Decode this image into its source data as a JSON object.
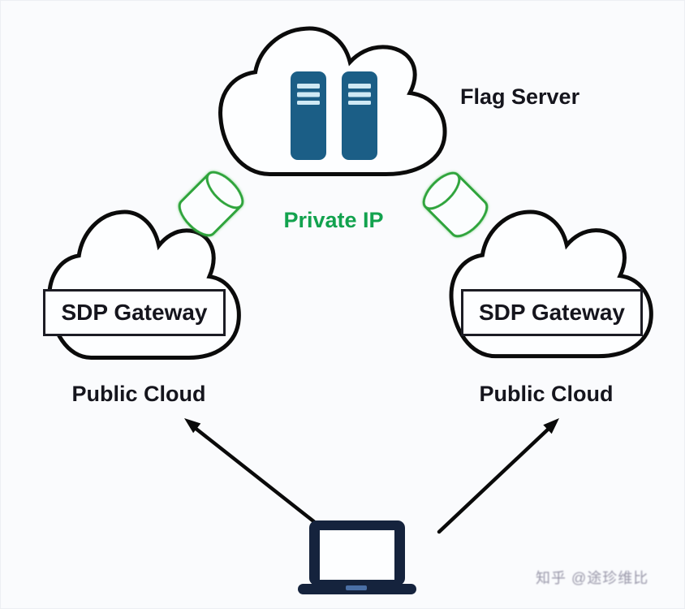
{
  "background": "#fafbfd",
  "labels": {
    "flag_server": "Flag Server",
    "private_ip": "Private IP",
    "sdp_gateway_left": "SDP Gateway",
    "sdp_gateway_right": "SDP Gateway",
    "public_cloud_left": "Public Cloud",
    "public_cloud_right": "Public Cloud"
  },
  "watermark": {
    "text": "知乎 @途珍维比",
    "color": "#87859a"
  },
  "colors": {
    "cloud_outline": "#0b0b0b",
    "cloud_fill": "#fdfeff",
    "label_text": "#15151d",
    "private_ip_green": "#12a24e",
    "cylinder_green": "#2fa43c",
    "server_blue": "#1b5e86",
    "server_stripe": "#cfe9f4",
    "laptop_navy": "#15233d",
    "laptop_touchpad": "#4a6fa5",
    "arrow_black": "#0a0a0a"
  },
  "icons": {
    "top_cloud": "cloud-icon",
    "left_cloud": "cloud-icon",
    "right_cloud": "cloud-icon",
    "server_racks": "server-rack-icon",
    "left_tunnel": "database-cylinder-icon",
    "right_tunnel": "database-cylinder-icon",
    "client_device": "laptop-icon",
    "left_link": "arrow-up-left-icon",
    "right_link": "arrow-up-right-icon"
  }
}
